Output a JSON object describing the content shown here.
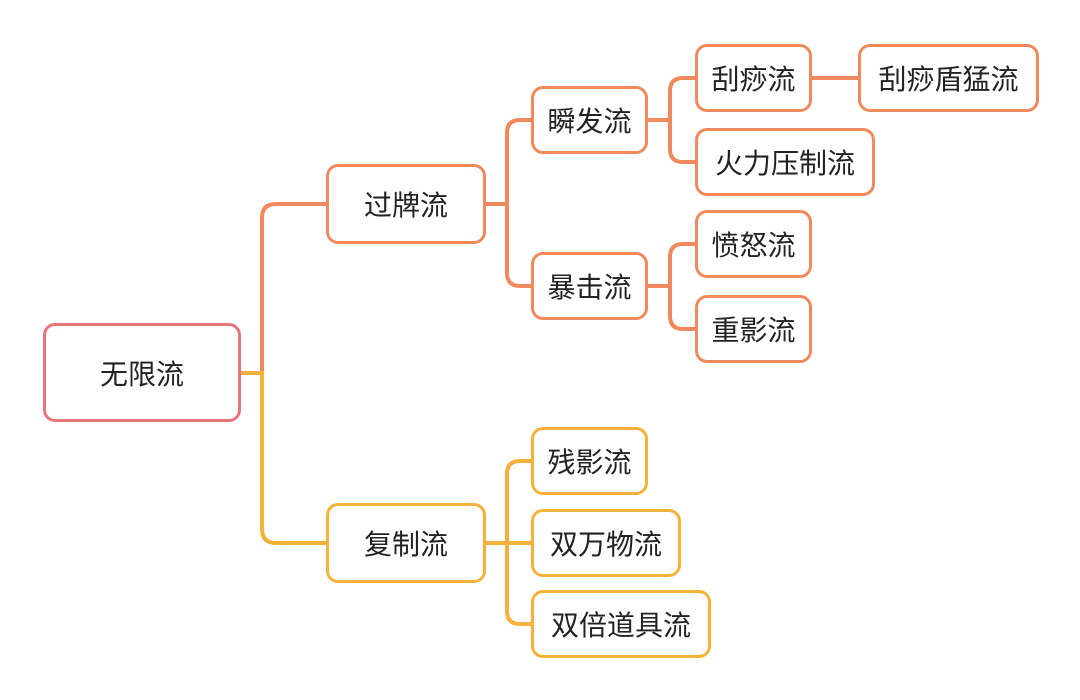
{
  "colors": {
    "root": "#e8757a",
    "branch_a": "#f08a5c",
    "branch_b": "#f5b23b"
  },
  "mindmap": {
    "root": "无限流",
    "branch_a": {
      "label": "过牌流",
      "children": {
        "shunfa": {
          "label": "瞬发流",
          "guasha": "刮痧流",
          "guasha_child": "刮痧盾猛流",
          "huoli": "火力压制流"
        },
        "baoji": {
          "label": "暴击流",
          "fennu": "愤怒流",
          "chongying": "重影流"
        }
      }
    },
    "branch_b": {
      "label": "复制流",
      "canying": "残影流",
      "shuangwanwu": "双万物流",
      "shuangbei": "双倍道具流"
    }
  }
}
